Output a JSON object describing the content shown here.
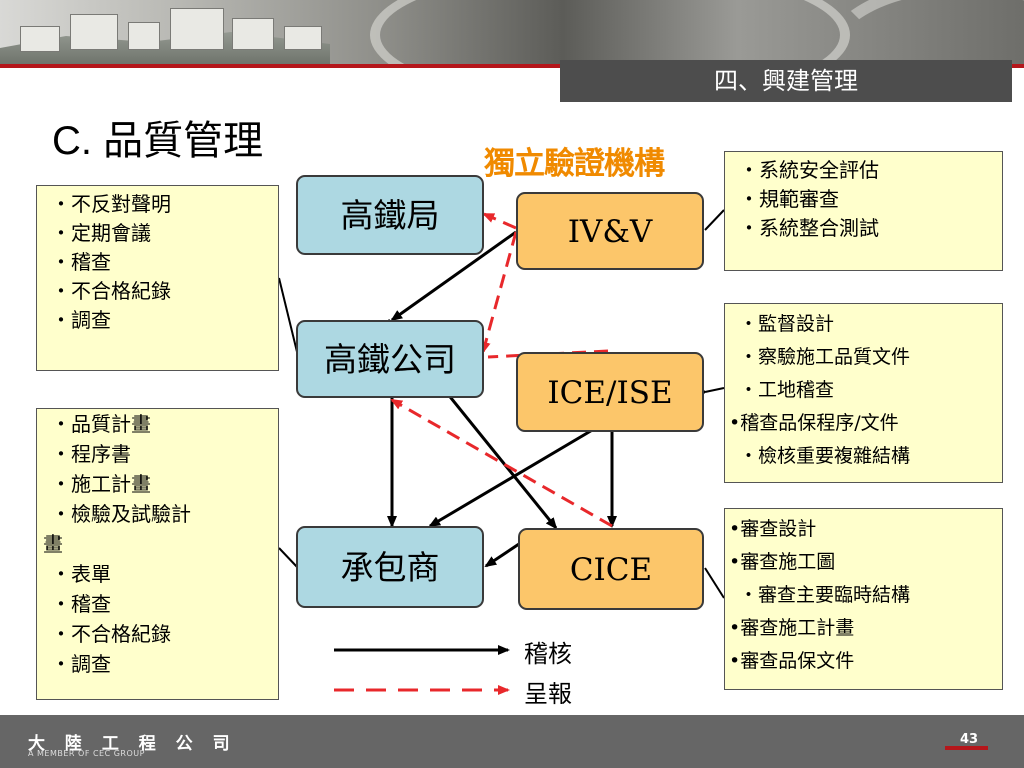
{
  "header": {
    "section_title": "四、興建管理"
  },
  "slide": {
    "title": "C. 品質管理",
    "iv_label": "獨立驗證機構"
  },
  "nodes": {
    "thsrb": "高鐵局",
    "thsrc": "高鐵公司",
    "contractor": "承包商",
    "ivv": "IV&V",
    "ice": "ICE/ISE",
    "cice": "CICE"
  },
  "boxes": {
    "left_top": [
      "・不反對聲明",
      "・定期會議",
      "・稽查",
      "・不合格紀錄",
      "・調查"
    ],
    "left_bottom": [
      "・品質計畫",
      "・程序書",
      "・施工計畫",
      "・檢驗及試驗計",
      "畫",
      "・表單",
      "・稽查",
      "・不合格紀錄",
      "・調查"
    ],
    "right_1": [
      "・系統安全評估",
      "・規範審查",
      "・系統整合測試"
    ],
    "right_2": [
      "・監督設計",
      "・察驗施工品質文件",
      "・工地稽查",
      "•稽查品保程序/文件",
      "・檢核重要複雜結構"
    ],
    "right_3": [
      "•審查設計",
      "•審查施工圖",
      "・審查主要臨時結構",
      "•審查施工計畫",
      "•審查品保文件"
    ]
  },
  "legend": {
    "solid": "稽核",
    "dashed": "呈報"
  },
  "colors": {
    "node_blue": "#add8e2",
    "node_orange": "#fcc66a",
    "box_yellow": "#ffffcc",
    "title_orange": "#f08a00",
    "accent_red": "#b5161b",
    "dashed_red": "#e8282b"
  },
  "footer": {
    "company": "大 陸 工 程 公 司",
    "tagline": "A MEMBER OF CEC GROUP",
    "page": "43"
  }
}
